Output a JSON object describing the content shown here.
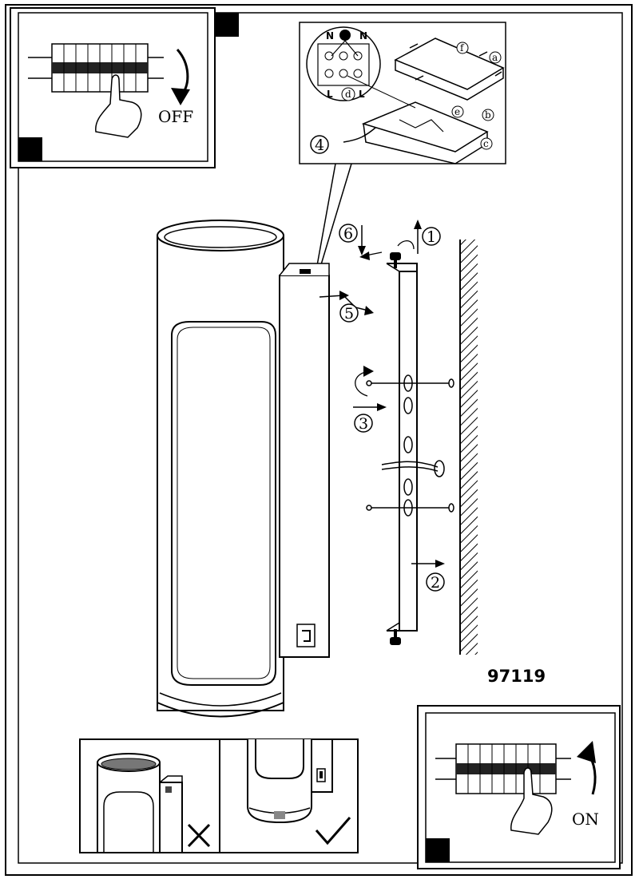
{
  "model_number": "97119",
  "switch_off_label": "OFF",
  "switch_on_label": "ON",
  "steps": [
    "1",
    "2",
    "3",
    "4",
    "5",
    "6"
  ],
  "detail_letters": [
    "a",
    "b",
    "c",
    "d",
    "e",
    "f"
  ],
  "terminal_labels": {
    "left_top": "N",
    "right_top": "N",
    "left_bottom": "L",
    "right_bottom": "L",
    "center_bottom": "d"
  },
  "panels": {
    "wrong_mount": {
      "mark": "cross"
    },
    "correct_mount": {
      "mark": "check"
    }
  }
}
